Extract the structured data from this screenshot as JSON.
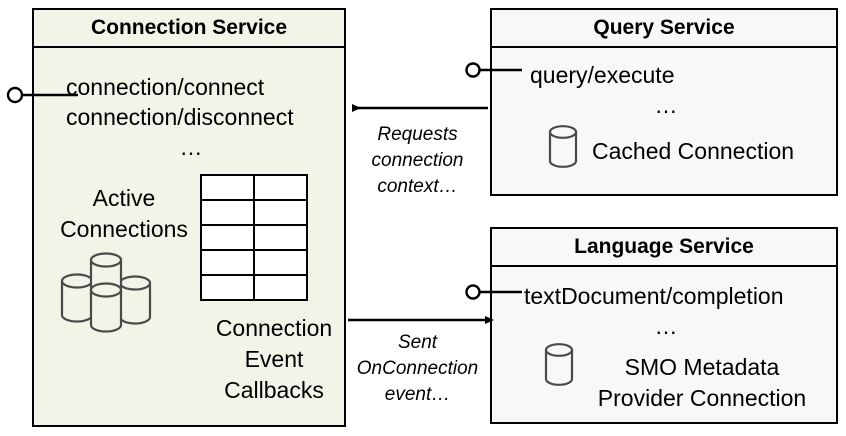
{
  "diagram": {
    "title_hidden": "",
    "components": [
      {
        "id": "connection-service",
        "title": "Connection Service",
        "endpoints": [
          "connection/connect",
          "connection/disconnect",
          "…"
        ],
        "ellipsis": "…",
        "artifacts": [
          {
            "label_line1": "Active",
            "label_line2": "Connections",
            "icon": "database-stack-icon"
          },
          {
            "label_line1": "Connection",
            "label_line2": "Event",
            "label_line3": "Callbacks",
            "icon": "table-grid-icon"
          }
        ],
        "fill_color": "#f2f4e8",
        "border_color": "#000000"
      },
      {
        "id": "query-service",
        "title": "Query Service",
        "endpoints": [
          "query/execute"
        ],
        "ellipsis": "…",
        "artifacts": [
          {
            "label_line1": "Cached Connection",
            "icon": "database-cylinder-icon"
          }
        ],
        "fill_color": "#f7f8fa",
        "border_color": "#000000"
      },
      {
        "id": "language-service",
        "title": "Language Service",
        "endpoints": [
          "textDocument/completion"
        ],
        "ellipsis": "…",
        "artifacts": [
          {
            "label_line1": "SMO Metadata",
            "label_line2": "Provider Connection",
            "icon": "database-cylinder-icon"
          }
        ],
        "fill_color": "#f7f8fa",
        "border_color": "#000000"
      }
    ],
    "connectors": [
      {
        "id": "requests-connection-context",
        "from": "query-service",
        "to": "connection-service",
        "label_lines": [
          "Requests",
          "connection",
          "context…"
        ],
        "arrow_direction": "left"
      },
      {
        "id": "sent-onconnection-event",
        "from": "connection-service",
        "to": "language-service",
        "label_lines": [
          "Sent",
          "OnConnection",
          "event…"
        ],
        "arrow_direction": "right"
      }
    ],
    "provided_interfaces": [
      {
        "id": "connection-service-lollipop",
        "attached_to": "connection-service"
      },
      {
        "id": "query-service-lollipop",
        "attached_to": "query-service"
      },
      {
        "id": "language-service-lollipop",
        "attached_to": "language-service"
      }
    ]
  }
}
